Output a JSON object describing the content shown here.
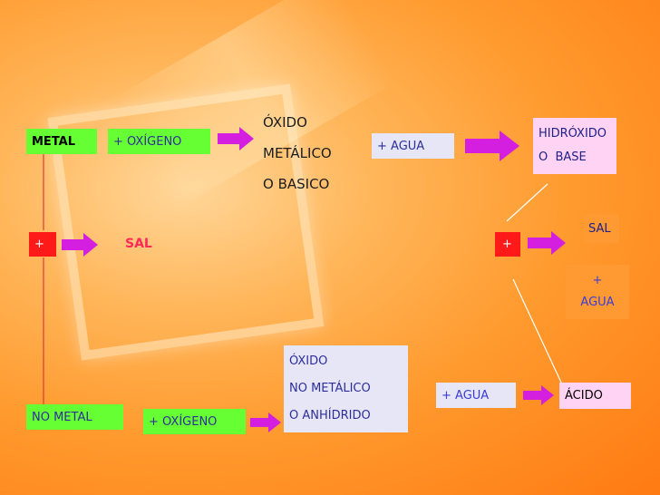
{
  "nodes": {
    "metal": "METAL",
    "plus_oxigeno_top": "+ OXÍGENO",
    "oxido_metalico": [
      "ÓXIDO",
      "METÁLICO",
      "O BASICO"
    ],
    "plus_agua_top": "+ AGUA",
    "hidroxido": [
      "HIDRÓXIDO",
      "O  BASE"
    ],
    "plus_left": "+",
    "sal_left": "SAL",
    "plus_right": "+",
    "sal_right": "SAL",
    "plus_agua_right": [
      "+",
      "AGUA"
    ],
    "no_metal": "NO METAL",
    "plus_oxigeno_bottom": "+ OXÍGENO",
    "oxido_no_metalico": [
      "ÓXIDO",
      "NO METÁLICO",
      "O ANHÍDRIDO"
    ],
    "plus_agua_bottom": "+ AGUA",
    "acido": "ÁCIDO"
  },
  "colors": {
    "arrow": "#d41fe0",
    "line": "#e03a3a",
    "green_box": "#66ff33",
    "pale_box": "#e6e6f6",
    "pink_box": "#ffd3f3",
    "red_box": "#ff1a1a",
    "orange_box": "#ff9a33"
  }
}
